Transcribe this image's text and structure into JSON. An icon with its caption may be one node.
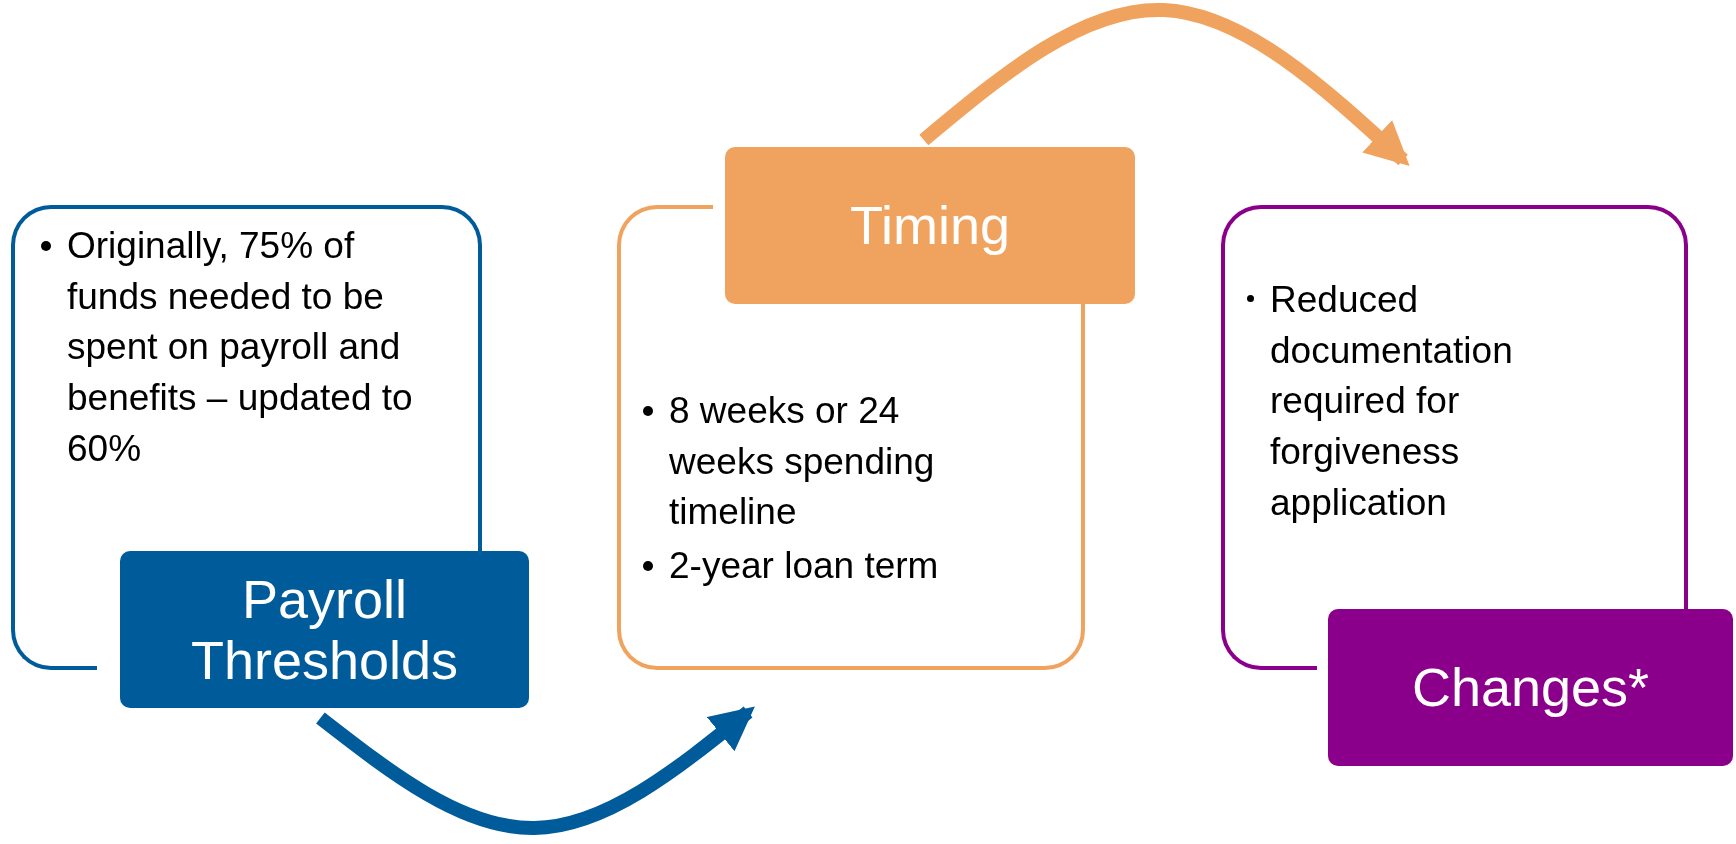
{
  "diagram": {
    "nodes": [
      {
        "text": [
          "Originally, 75% of funds needed to be spent on payroll and benefits – updated to 60%"
        ]
      },
      {
        "text": [
          "Payroll Thresholds"
        ]
      },
      {
        "text": [
          "8 weeks or 24 weeks spending timeline",
          "2-year loan term"
        ]
      },
      {
        "text": [
          "Timing"
        ]
      },
      {
        "text": [
          "Reduced documentation required for forgiveness application"
        ]
      },
      {
        "text": [
          "Changes*"
        ]
      }
    ],
    "edges": [
      {
        "from": 1,
        "to": 2,
        "arrow": "to",
        "color": "#005b9a"
      },
      {
        "from": 3,
        "to": 4,
        "arrow": "to",
        "color": "#f0a35e"
      }
    ]
  }
}
